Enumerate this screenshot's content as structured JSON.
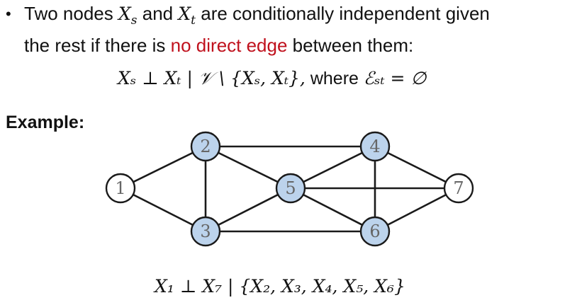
{
  "bullet": {
    "symbol": "•",
    "line1_a": "Two nodes ",
    "var_s": "X",
    "sub_s": "s",
    "line1_b": " and ",
    "var_t": "X",
    "sub_t": "t",
    "line1_c": " are conditionally independent given",
    "line2_a": "the rest if there is ",
    "line2_highlight": "no direct edge",
    "line2_b": " between them:"
  },
  "formula": {
    "text": "Xₛ ⊥ Xₜ | 𝒱 \\ {Xₛ, Xₜ},",
    "where_label": "where",
    "edge_expr": "ℰₛₜ = ∅"
  },
  "example_label": "Example:",
  "graph": {
    "nodes": [
      {
        "id": "1",
        "label": "1",
        "highlighted": false
      },
      {
        "id": "2",
        "label": "2",
        "highlighted": true
      },
      {
        "id": "3",
        "label": "3",
        "highlighted": true
      },
      {
        "id": "4",
        "label": "4",
        "highlighted": true
      },
      {
        "id": "5",
        "label": "5",
        "highlighted": true
      },
      {
        "id": "6",
        "label": "6",
        "highlighted": true
      },
      {
        "id": "7",
        "label": "7",
        "highlighted": false
      }
    ],
    "edges": [
      [
        "1",
        "2"
      ],
      [
        "1",
        "3"
      ],
      [
        "2",
        "3"
      ],
      [
        "2",
        "4"
      ],
      [
        "2",
        "5"
      ],
      [
        "3",
        "5"
      ],
      [
        "3",
        "6"
      ],
      [
        "5",
        "4"
      ],
      [
        "5",
        "6"
      ],
      [
        "5",
        "7"
      ],
      [
        "4",
        "6"
      ],
      [
        "4",
        "7"
      ],
      [
        "6",
        "7"
      ]
    ],
    "colors": {
      "highlight_fill": "#bcd3ec",
      "plain_fill": "#ffffff",
      "stroke": "#1a1a1a",
      "label": "#666666"
    }
  },
  "bottom_formula": "X₁ ⊥ X₇ | {X₂, X₃, X₄, X₅, X₆}"
}
